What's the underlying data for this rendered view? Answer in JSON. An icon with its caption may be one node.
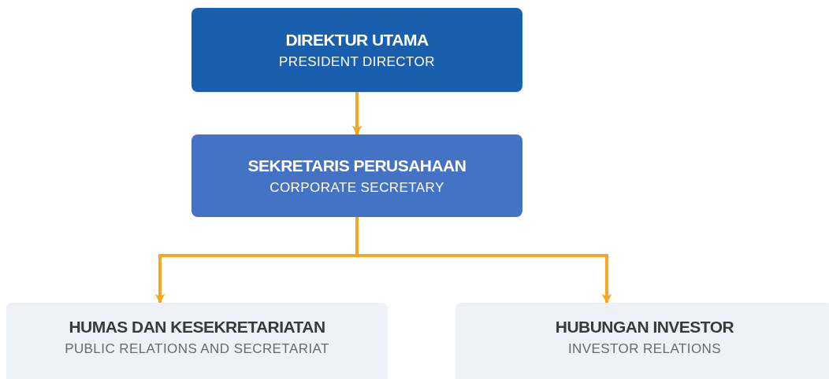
{
  "diagram": {
    "nodes": [
      {
        "text": [
          "DIREKTUR UTAMA",
          "PRESIDENT DIRECTOR"
        ]
      },
      {
        "text": [
          "SEKRETARIS PERUSAHAAN",
          "CORPORATE SECRETARY"
        ]
      },
      {
        "text": [
          "HUMAS DAN KESEKRETARIATAN",
          "PUBLIC RELATIONS AND SECRETARIAT"
        ]
      },
      {
        "text": [
          "HUBUNGAN INVESTOR",
          "INVESTOR RELATIONS"
        ]
      }
    ],
    "edges": [
      {
        "from": 0,
        "to": 1,
        "arrow": "to"
      },
      {
        "from": 1,
        "to": 2,
        "arrow": "to"
      },
      {
        "from": 1,
        "to": 3,
        "arrow": "to"
      }
    ]
  }
}
